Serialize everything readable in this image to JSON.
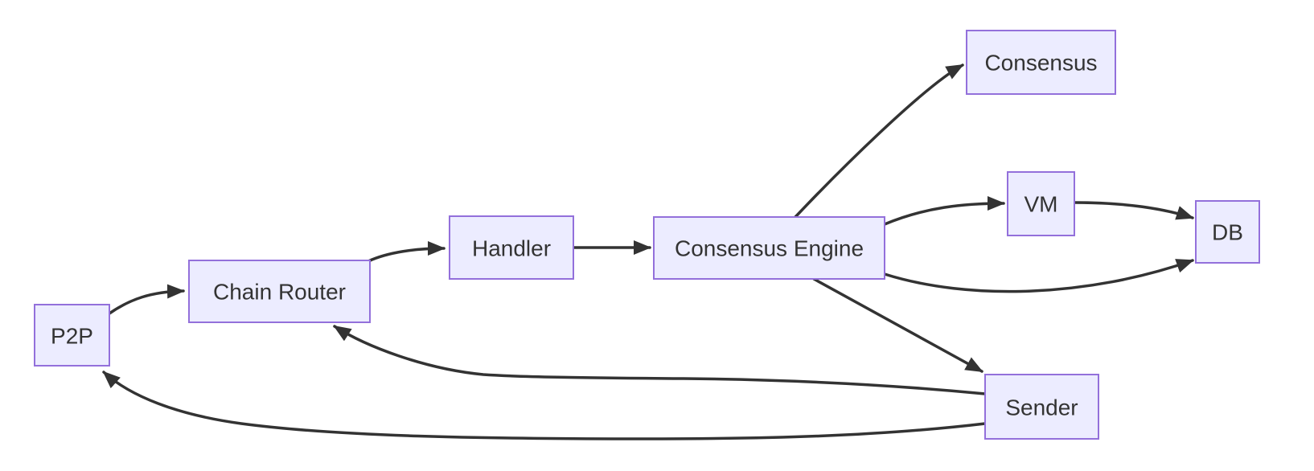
{
  "diagram": {
    "type": "flowchart",
    "background_color": "#ffffff",
    "node_fill_color": "#ECECFF",
    "node_border_color": "#9370DB",
    "edge_color": "#333333",
    "text_color": "#333333",
    "nodes": {
      "p2p": {
        "label": "P2P"
      },
      "chain_router": {
        "label": "Chain Router"
      },
      "handler": {
        "label": "Handler"
      },
      "consensus_engine": {
        "label": "Consensus Engine"
      },
      "consensus": {
        "label": "Consensus"
      },
      "vm": {
        "label": "VM"
      },
      "db": {
        "label": "DB"
      },
      "sender": {
        "label": "Sender"
      }
    },
    "edges": [
      {
        "from": "P2P",
        "to": "Chain Router"
      },
      {
        "from": "Chain Router",
        "to": "Handler"
      },
      {
        "from": "Handler",
        "to": "Consensus Engine"
      },
      {
        "from": "Consensus Engine",
        "to": "Consensus"
      },
      {
        "from": "Consensus Engine",
        "to": "VM"
      },
      {
        "from": "VM",
        "to": "DB"
      },
      {
        "from": "Consensus Engine",
        "to": "DB"
      },
      {
        "from": "Consensus Engine",
        "to": "Sender"
      },
      {
        "from": "Sender",
        "to": "Chain Router"
      },
      {
        "from": "Sender",
        "to": "P2P"
      }
    ]
  }
}
